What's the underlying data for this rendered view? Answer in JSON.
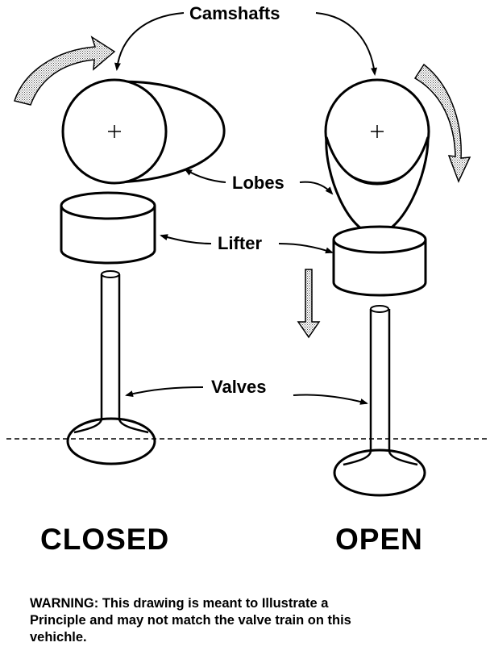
{
  "labels": {
    "camshafts": "Camshafts",
    "lobes": "Lobes",
    "lifter": "Lifter",
    "valves": "Valves",
    "closed": "CLOSED",
    "open": "OPEN"
  },
  "warning": {
    "line1": "WARNING:  This drawing is meant to Illustrate a",
    "line2": "Principle and may not match the valve train on this",
    "line3": "vehichle."
  }
}
